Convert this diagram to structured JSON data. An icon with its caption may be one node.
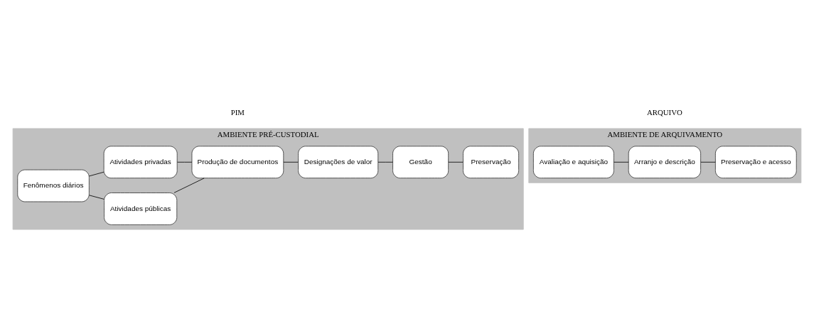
{
  "diagram": {
    "nodes": [
      {
        "text": [
          "AMBIENTE PRÉ-CUSTODIAL"
        ]
      },
      {
        "text": [
          "Fenômenos diários"
        ],
        "in": 0
      },
      {
        "text": [
          "Atividades públicas"
        ],
        "in": 0
      },
      {
        "text": [
          "Atividades privadas"
        ],
        "in": 0
      },
      {
        "text": [
          "Produção de documentos"
        ],
        "in": 0
      },
      {
        "text": [
          "Designações de valor"
        ],
        "in": 0
      },
      {
        "text": [
          "Gestão"
        ],
        "in": 0
      },
      {
        "text": [
          "Preservação"
        ],
        "in": 0
      },
      {
        "text": [
          "AMBIENTE DE ARQUIVAMENTO"
        ]
      },
      {
        "text": [
          "Avaliação e aquisição"
        ],
        "in": 8
      },
      {
        "text": [
          "Arranjo e descrição"
        ],
        "in": 8
      },
      {
        "text": [
          "Preservação e acesso"
        ],
        "in": 8
      }
    ],
    "edges": [
      {
        "from": 1,
        "to": 2,
        "arrow": "none"
      },
      {
        "from": 1,
        "to": 3,
        "arrow": "none"
      },
      {
        "from": 2,
        "to": 4,
        "arrow": "none"
      },
      {
        "from": 3,
        "to": 4,
        "arrow": "none"
      },
      {
        "from": 4,
        "to": 5,
        "arrow": "none"
      },
      {
        "from": 5,
        "to": 6,
        "arrow": "none"
      },
      {
        "from": 6,
        "to": 7,
        "arrow": "none"
      },
      {
        "from": 9,
        "to": 10,
        "arrow": "none"
      },
      {
        "from": 10,
        "to": 11,
        "arrow": "none"
      }
    ],
    "labels": [
      "PIM",
      "ARQUIVO"
    ]
  }
}
